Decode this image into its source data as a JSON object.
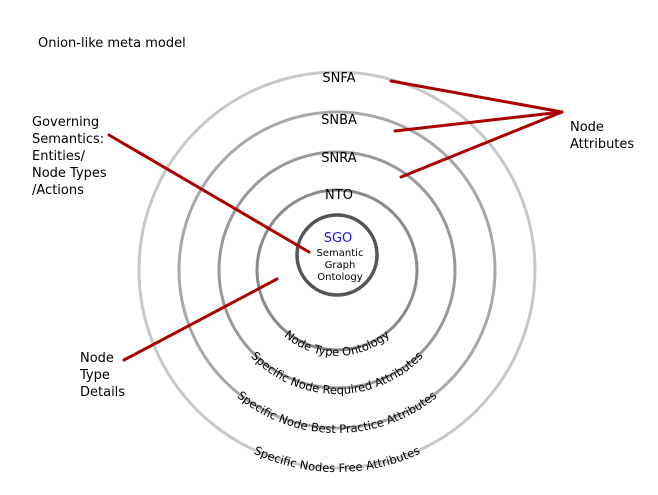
{
  "title": "Onion-like meta model",
  "colors": {
    "ring_outer": "#c8c8c8",
    "ring_mid": "#a0a0a0",
    "ring_inner": "#8a8a8a",
    "ring_core": "#555555",
    "connector": "#aa0000",
    "core_highlight": "#1a1adb"
  },
  "rings": {
    "snfa": {
      "abbr": "SNFA",
      "full": "Specific Nodes Free Attributes"
    },
    "snba": {
      "abbr": "SNBA",
      "full": "Specific Node Best Practice Attributes"
    },
    "snra": {
      "abbr": "SNRA",
      "full": "Specific Node Required Attributes"
    },
    "nto": {
      "abbr": "NTO",
      "full": "Node Type Ontology"
    }
  },
  "core": {
    "abbr": "SGO",
    "line1": "Semantic",
    "line2": "Graph",
    "line3": "Ontology"
  },
  "callouts": {
    "node_attributes": {
      "line1": "Node",
      "line2": "Attributes"
    },
    "governing": {
      "line1": "Governing",
      "line2": "Semantics:",
      "line3": "Entities/",
      "line4": "Node Types",
      "line5": "/Actions"
    },
    "node_type_details": {
      "line1": "Node",
      "line2": "Type",
      "line3": "Details"
    }
  }
}
